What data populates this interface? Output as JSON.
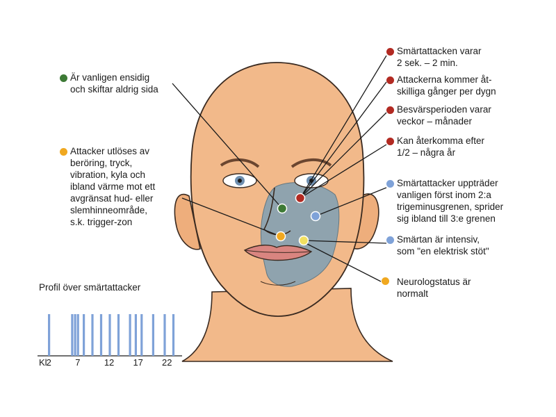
{
  "colors": {
    "red": "#b22a22",
    "green": "#3d7a35",
    "yellow": "#f0a820",
    "blue": "#7fa2d8",
    "skin": "#f2b98a",
    "rash": "#8aa2b0"
  },
  "left_labels": [
    {
      "text": "Är vanligen ensidig\noch skiftar aldrig sida",
      "color": "green"
    },
    {
      "text": "Attacker utlöses av\nberöring, tryck,\nvibration, kyla och\nibland värme mot ett\navgränsat hud- eller\nslemhinneområde,\ns.k. trigger-zon",
      "color": "yellow"
    }
  ],
  "right_labels": [
    {
      "text": "Smärtattacken varar\n2 sek. – 2 min.",
      "color": "red"
    },
    {
      "text": "Attackerna kommer åt-\nskilliga gånger per dygn",
      "color": "red"
    },
    {
      "text": "Besvärsperioden varar\nveckor – månader",
      "color": "red"
    },
    {
      "text": "Kan återkomma efter\n1/2 – några år",
      "color": "red"
    },
    {
      "text": "Smärtattacker uppträder\nvanligen först inom 2:a\ntrigeminusgrenen, sprider\nsig ibland till 3:e grenen",
      "color": "blue"
    },
    {
      "text": "Smärtan är intensiv,\nsom \"en elektrisk stöt\"",
      "color": "blue"
    },
    {
      "text": "Neurologstatus är\nnormalt",
      "color": "yellow"
    }
  ],
  "profile": {
    "title": "Profil över smärtattacker",
    "axis_label": "Kl",
    "ticks": [
      "2",
      "7",
      "12",
      "17",
      "22"
    ],
    "tick_hours": [
      2,
      7,
      12,
      17,
      22
    ],
    "hour_range": [
      0,
      25
    ],
    "attacks": [
      2.0,
      6.0,
      6.5,
      7.0,
      8.0,
      9.5,
      11.0,
      12.5,
      14.0,
      16.0,
      17.0,
      18.0,
      20.0,
      22.0,
      23.5
    ]
  }
}
